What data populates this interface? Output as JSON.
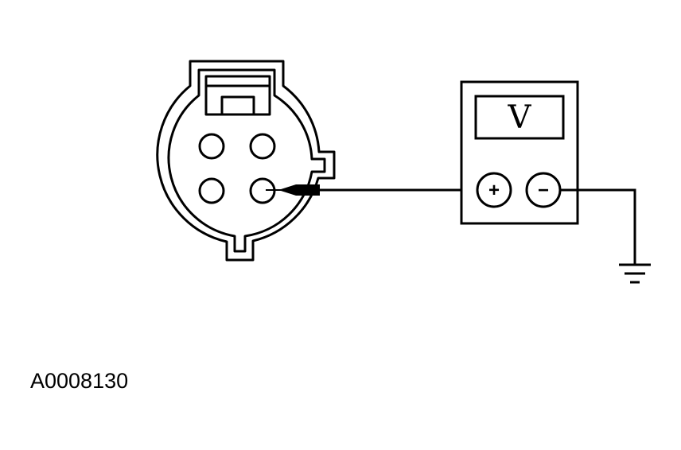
{
  "figure_id": "A0008130",
  "meter": {
    "display_symbol": "V",
    "positive_terminal_symbol": "+",
    "negative_terminal_symbol": "−"
  },
  "connector": {
    "pin_count": 4
  },
  "icons": {
    "meter": "voltmeter-icon",
    "probe": "test-probe-icon",
    "ground": "ground-symbol-icon",
    "connector": "electrical-connector-icon"
  },
  "colors": {
    "line": "#000000",
    "background": "#ffffff"
  }
}
